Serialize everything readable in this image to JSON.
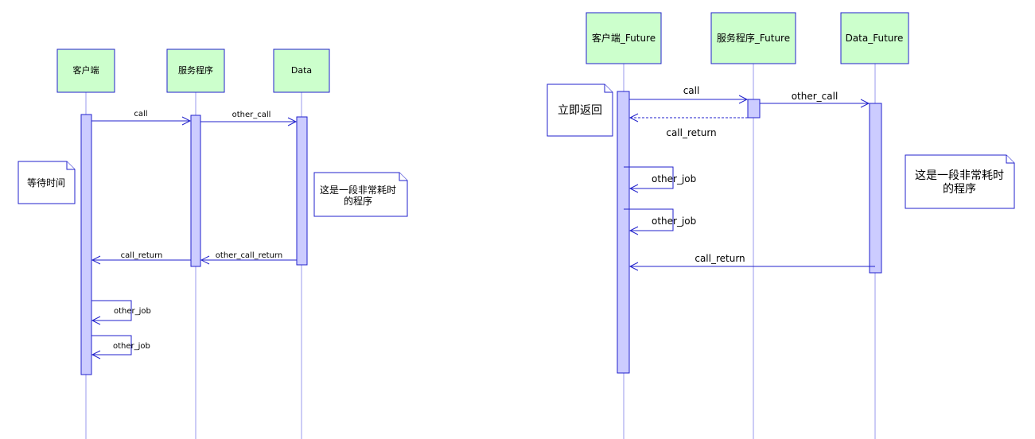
{
  "left_diagram": {
    "participants": [
      "客户端",
      "服务程序",
      "Data"
    ],
    "messages": {
      "call": "call",
      "other_call": "other_call",
      "call_return": "call_return",
      "other_call_return": "other_call_return",
      "other_job_1": "other_job",
      "other_job_2": "other_job"
    },
    "notes": {
      "wait": "等待时间",
      "slow_line1": "这是一段非常耗时",
      "slow_line2": "的程序"
    }
  },
  "right_diagram": {
    "participants": [
      "客户端_Future",
      "服务程序_Future",
      "Data_Future"
    ],
    "messages": {
      "call": "call",
      "other_call": "other_call",
      "call_return_1": "call_return",
      "other_job_1": "other_job",
      "other_job_2": "other_job",
      "call_return_2": "call_return"
    },
    "notes": {
      "return_now": "立即返回",
      "slow_line1": "这是一段非常耗时",
      "slow_line2": "的程序"
    }
  },
  "colors": {
    "lifeline_fill": "#ccffcc",
    "activation_fill": "#ccccff",
    "stroke": "#2222cc"
  }
}
